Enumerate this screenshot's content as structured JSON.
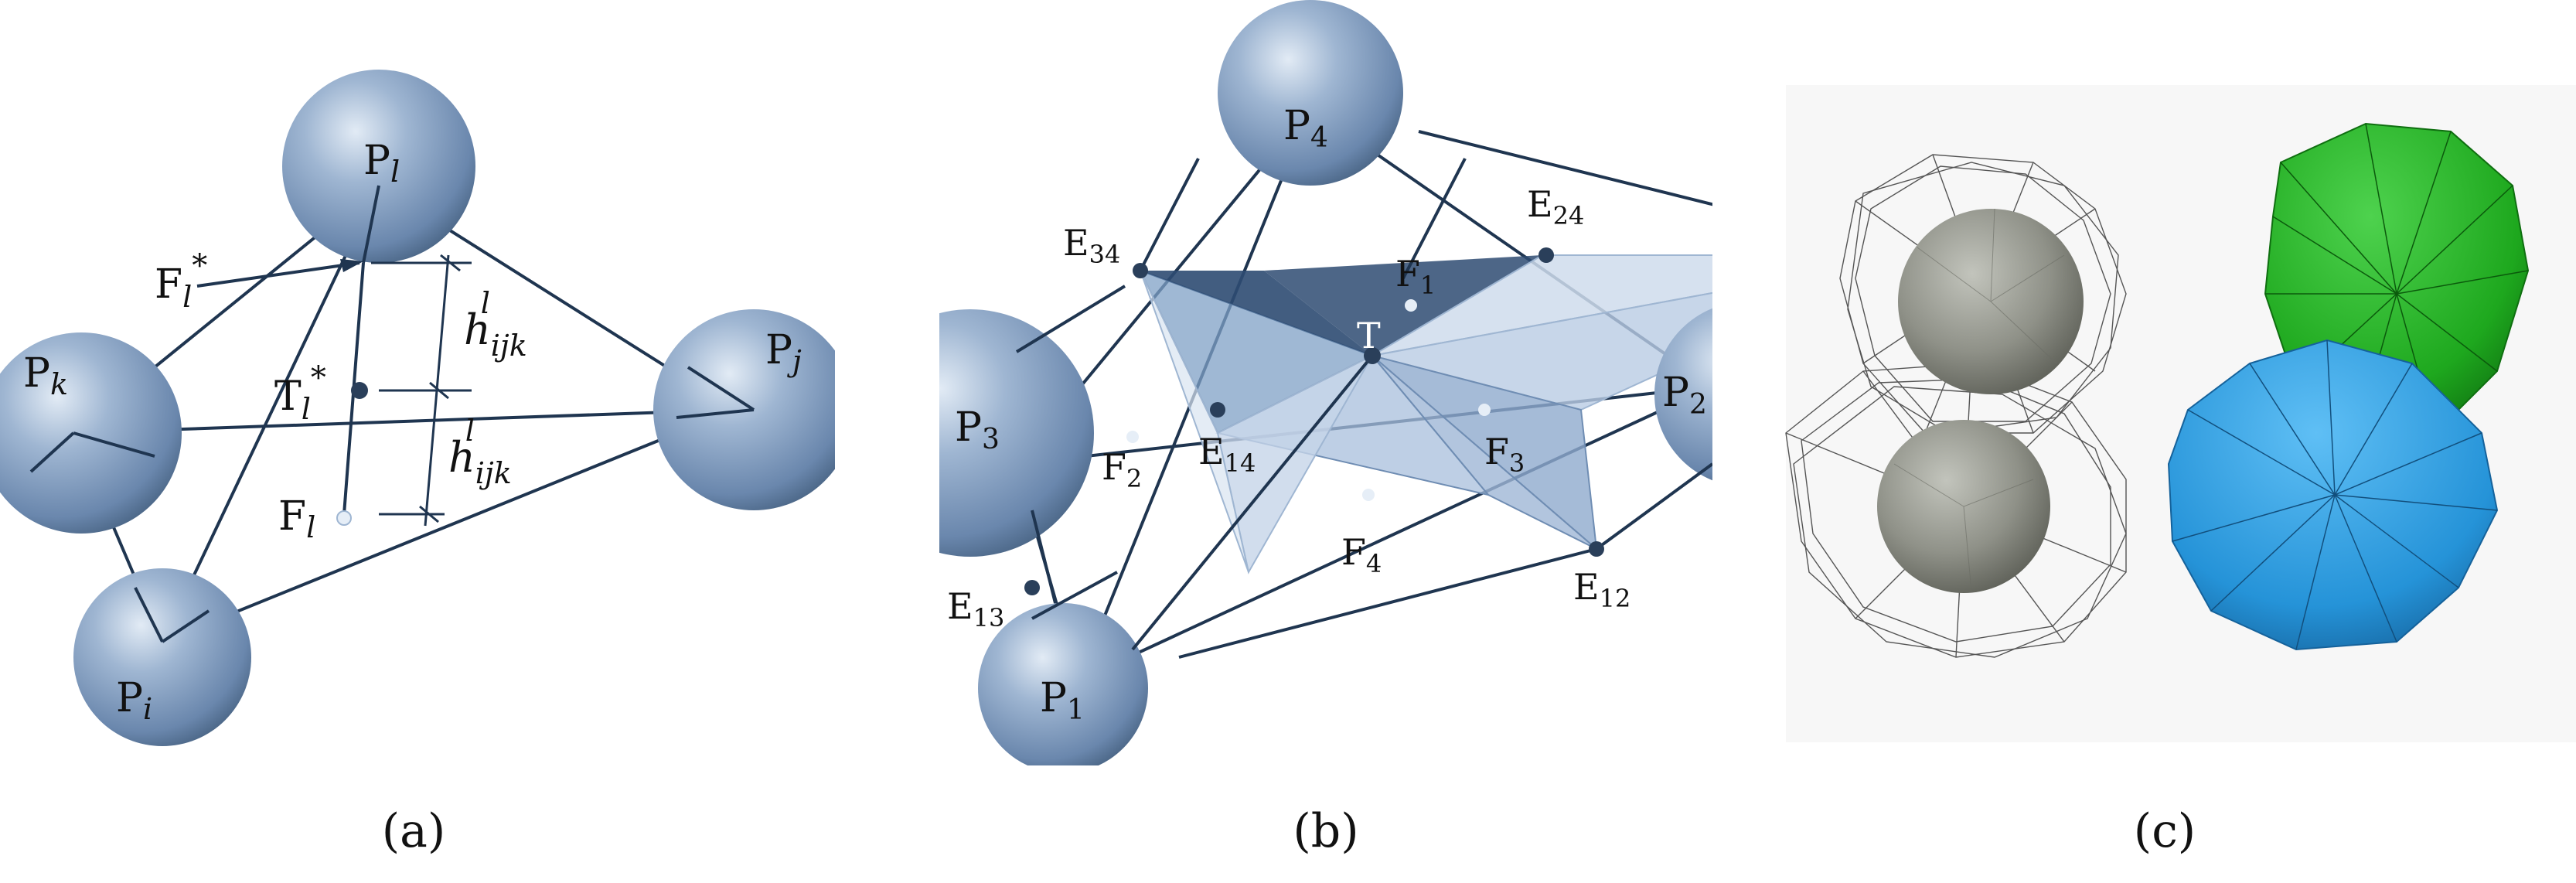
{
  "captions": {
    "a": "(a)",
    "b": "(b)",
    "c": "(c)"
  },
  "panel_a": {
    "labels": {
      "P_l": {
        "main": "P",
        "sub": "l"
      },
      "P_k": {
        "main": "P",
        "sub": "k"
      },
      "P_j": {
        "main": "P",
        "sub": "j"
      },
      "P_i": {
        "main": "P",
        "sub": "i"
      },
      "F_l_star": {
        "main": "F",
        "sub": "l",
        "sup": "*"
      },
      "T_l_star": {
        "main": "T",
        "sub": "l",
        "sup": "*"
      },
      "F_l": {
        "main": "F",
        "sub": "l"
      },
      "h_upper": {
        "main": "h",
        "sub": "ijk",
        "sup": "l"
      },
      "h_lower": {
        "main": "h",
        "sub": "ijk",
        "sup": "l"
      }
    }
  },
  "panel_b": {
    "labels": {
      "P4": {
        "main": "P",
        "sub": "4"
      },
      "P3": {
        "main": "P",
        "sub": "3"
      },
      "P2": {
        "main": "P",
        "sub": "2"
      },
      "P1": {
        "main": "P",
        "sub": "1"
      },
      "E34": {
        "main": "E",
        "sub": "34"
      },
      "E24": {
        "main": "E",
        "sub": "24"
      },
      "E14": {
        "main": "E",
        "sub": "14"
      },
      "E13": {
        "main": "E",
        "sub": "13"
      },
      "E12": {
        "main": "E",
        "sub": "12"
      },
      "F1": {
        "main": "F",
        "sub": "1"
      },
      "F2": {
        "main": "F",
        "sub": "2"
      },
      "F3": {
        "main": "F",
        "sub": "3"
      },
      "F4": {
        "main": "F",
        "sub": "4"
      },
      "T": {
        "main": "T"
      }
    }
  },
  "colors": {
    "sphere": "#7f9bbd",
    "sphere_highlight": "#dbe6f2",
    "sphere_dark": "#3f5877",
    "edge": "#1f3550",
    "grey_sphere": "#8c8e84",
    "green_cell": "#20b020",
    "blue_cell": "#2b9be0"
  }
}
